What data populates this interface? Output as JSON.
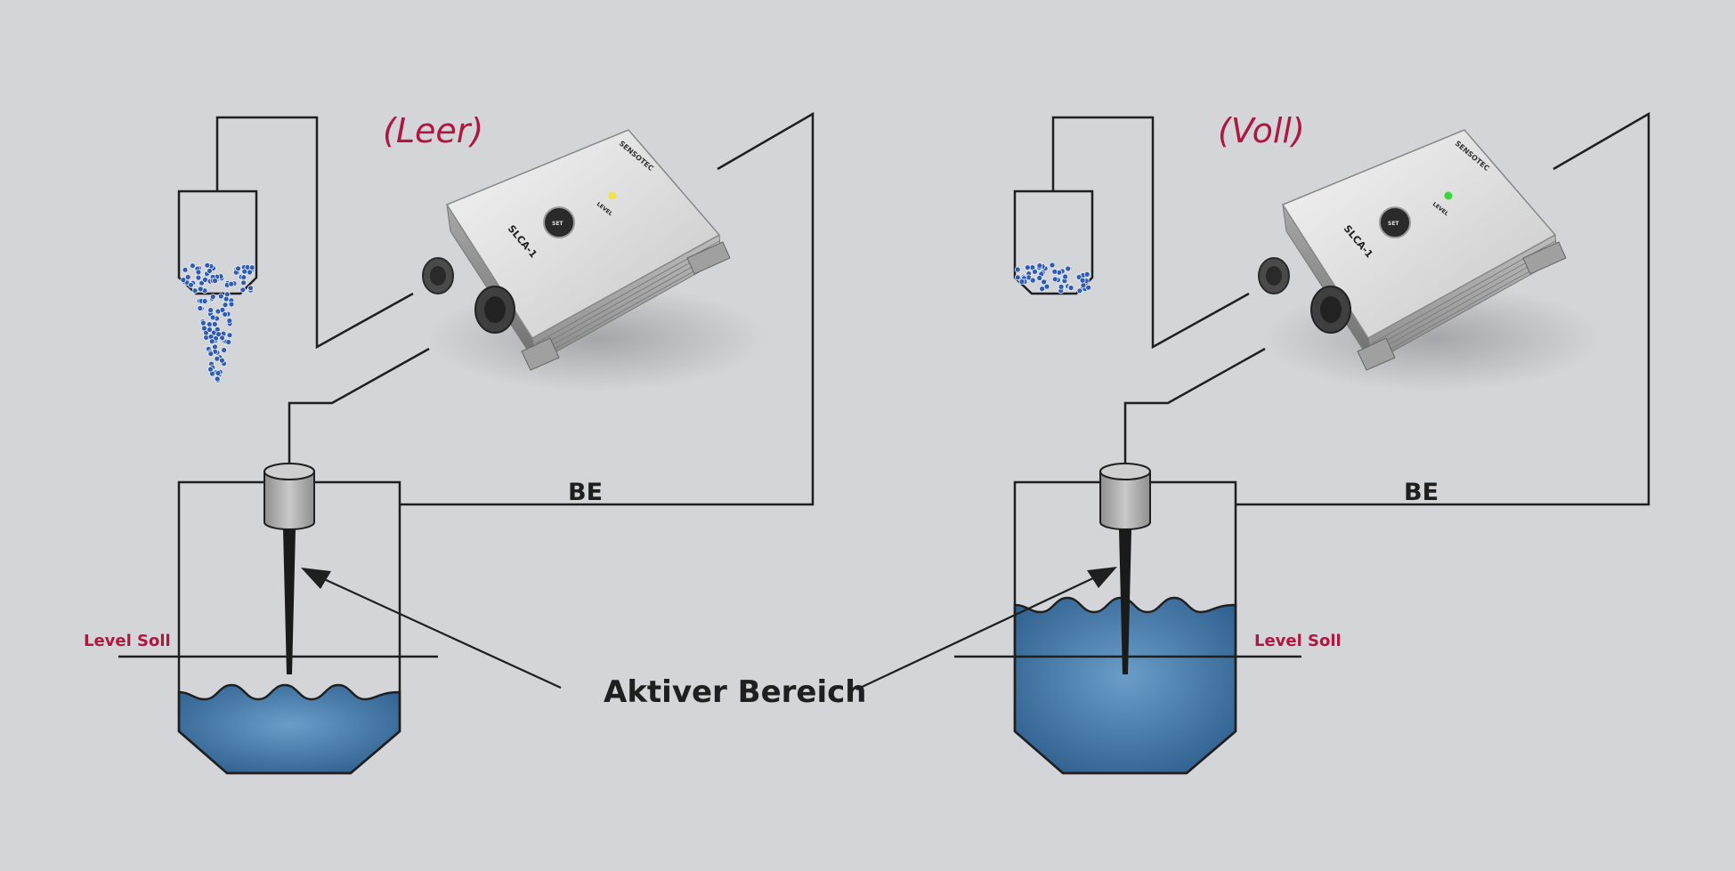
{
  "colors": {
    "background": "#d4d5d9",
    "accent": "#b0173f",
    "line": "#1f1f1f",
    "liquid": "#2e5f8e",
    "liquid_light": "#6a9dc8",
    "granules": "#2f5bb0",
    "led_empty": "#f0e24a",
    "led_full": "#38d838"
  },
  "panels": [
    {
      "state_label": "(Leer)",
      "be_label": "BE",
      "level_label": "Level Soll",
      "device": {
        "model": "SLCA-1",
        "brand": "SENSOTEC",
        "led_label": "LEVEL",
        "button_label": "SET",
        "led_color_key": "led_empty"
      },
      "fill_state": "below-setpoint"
    },
    {
      "state_label": "(Voll)",
      "be_label": "BE",
      "level_label": "Level Soll",
      "device": {
        "model": "SLCA-1",
        "brand": "SENSOTEC",
        "led_label": "LEVEL",
        "button_label": "SET",
        "led_color_key": "led_full"
      },
      "fill_state": "above-setpoint"
    }
  ],
  "active_area_label": "Aktiver Bereich"
}
